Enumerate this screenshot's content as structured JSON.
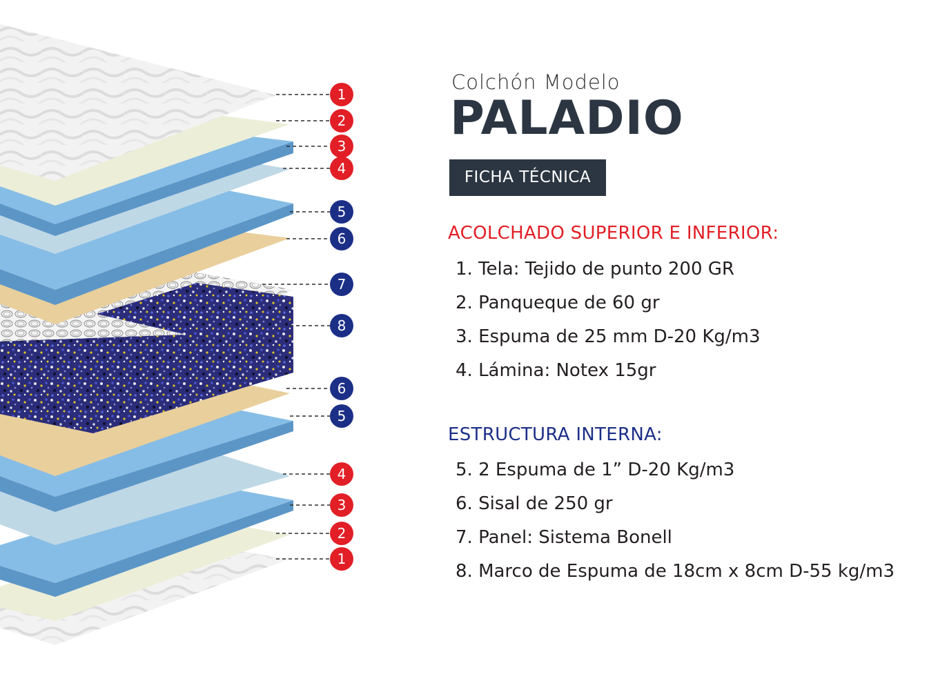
{
  "header": {
    "subtitle": "Colchón Modelo",
    "model_name": "PALADIO",
    "badge": "FICHA TÉCNICA"
  },
  "sections": [
    {
      "title": "ACOLCHADO SUPERIOR E INFERIOR:",
      "title_color": "#e21e26",
      "items": [
        "1. Tela:  Tejido de punto 200 GR",
        "2. Panqueque de 60 gr",
        "3. Espuma de 25 mm D-20 Kg/m3",
        "4. Lámina: Notex 15gr"
      ]
    },
    {
      "title": "ESTRUCTURA INTERNA:",
      "title_color": "#1c2f87",
      "items": [
        "5. 2 Espuma de 1”  D-20 Kg/m3",
        "6. Sisal de 250 gr",
        "7. Panel: Sistema Bonell",
        "8. Marco de Espuma de 18cm x 8cm D-55 kg/m3"
      ]
    }
  ],
  "diagram": {
    "markers": [
      {
        "label": "1",
        "color": "#e21e26"
      },
      {
        "label": "2",
        "color": "#e21e26"
      },
      {
        "label": "3",
        "color": "#e21e26"
      },
      {
        "label": "4",
        "color": "#e21e26"
      },
      {
        "label": "5",
        "color": "#1c2f87"
      },
      {
        "label": "6",
        "color": "#1c2f87"
      },
      {
        "label": "7",
        "color": "#1c2f87"
      },
      {
        "label": "8",
        "color": "#1c2f87"
      },
      {
        "label": "6",
        "color": "#1c2f87"
      },
      {
        "label": "5",
        "color": "#1c2f87"
      },
      {
        "label": "4",
        "color": "#e21e26"
      },
      {
        "label": "3",
        "color": "#e21e26"
      },
      {
        "label": "2",
        "color": "#e21e26"
      },
      {
        "label": "1",
        "color": "#e21e26"
      }
    ]
  }
}
